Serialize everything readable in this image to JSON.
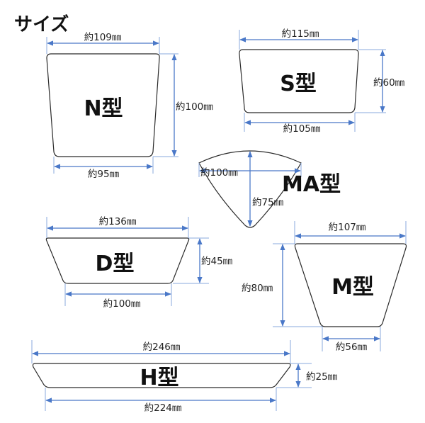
{
  "page_title": "サイズ",
  "shapes": {
    "n": {
      "name": "N型",
      "top": "約109㎜",
      "height": "約100㎜",
      "bottom": "約95㎜"
    },
    "s": {
      "name": "S型",
      "top": "約115㎜",
      "height": "約60㎜",
      "bottom": "約105㎜"
    },
    "ma": {
      "name": "MA型",
      "width": "約100㎜",
      "height": "約75㎜"
    },
    "d": {
      "name": "D型",
      "top": "約136㎜",
      "height": "約45㎜",
      "bottom": "約100㎜"
    },
    "m": {
      "name": "M型",
      "top": "約107㎜",
      "height": "約80㎜",
      "bottom": "約56㎜"
    },
    "h": {
      "name": "H型",
      "top": "約246㎜",
      "height": "約25㎜",
      "bottom": "約224㎜"
    }
  },
  "colors": {
    "dimension_line": "#4a78c8",
    "outline": "#2a2a2a",
    "text": "#111111"
  }
}
